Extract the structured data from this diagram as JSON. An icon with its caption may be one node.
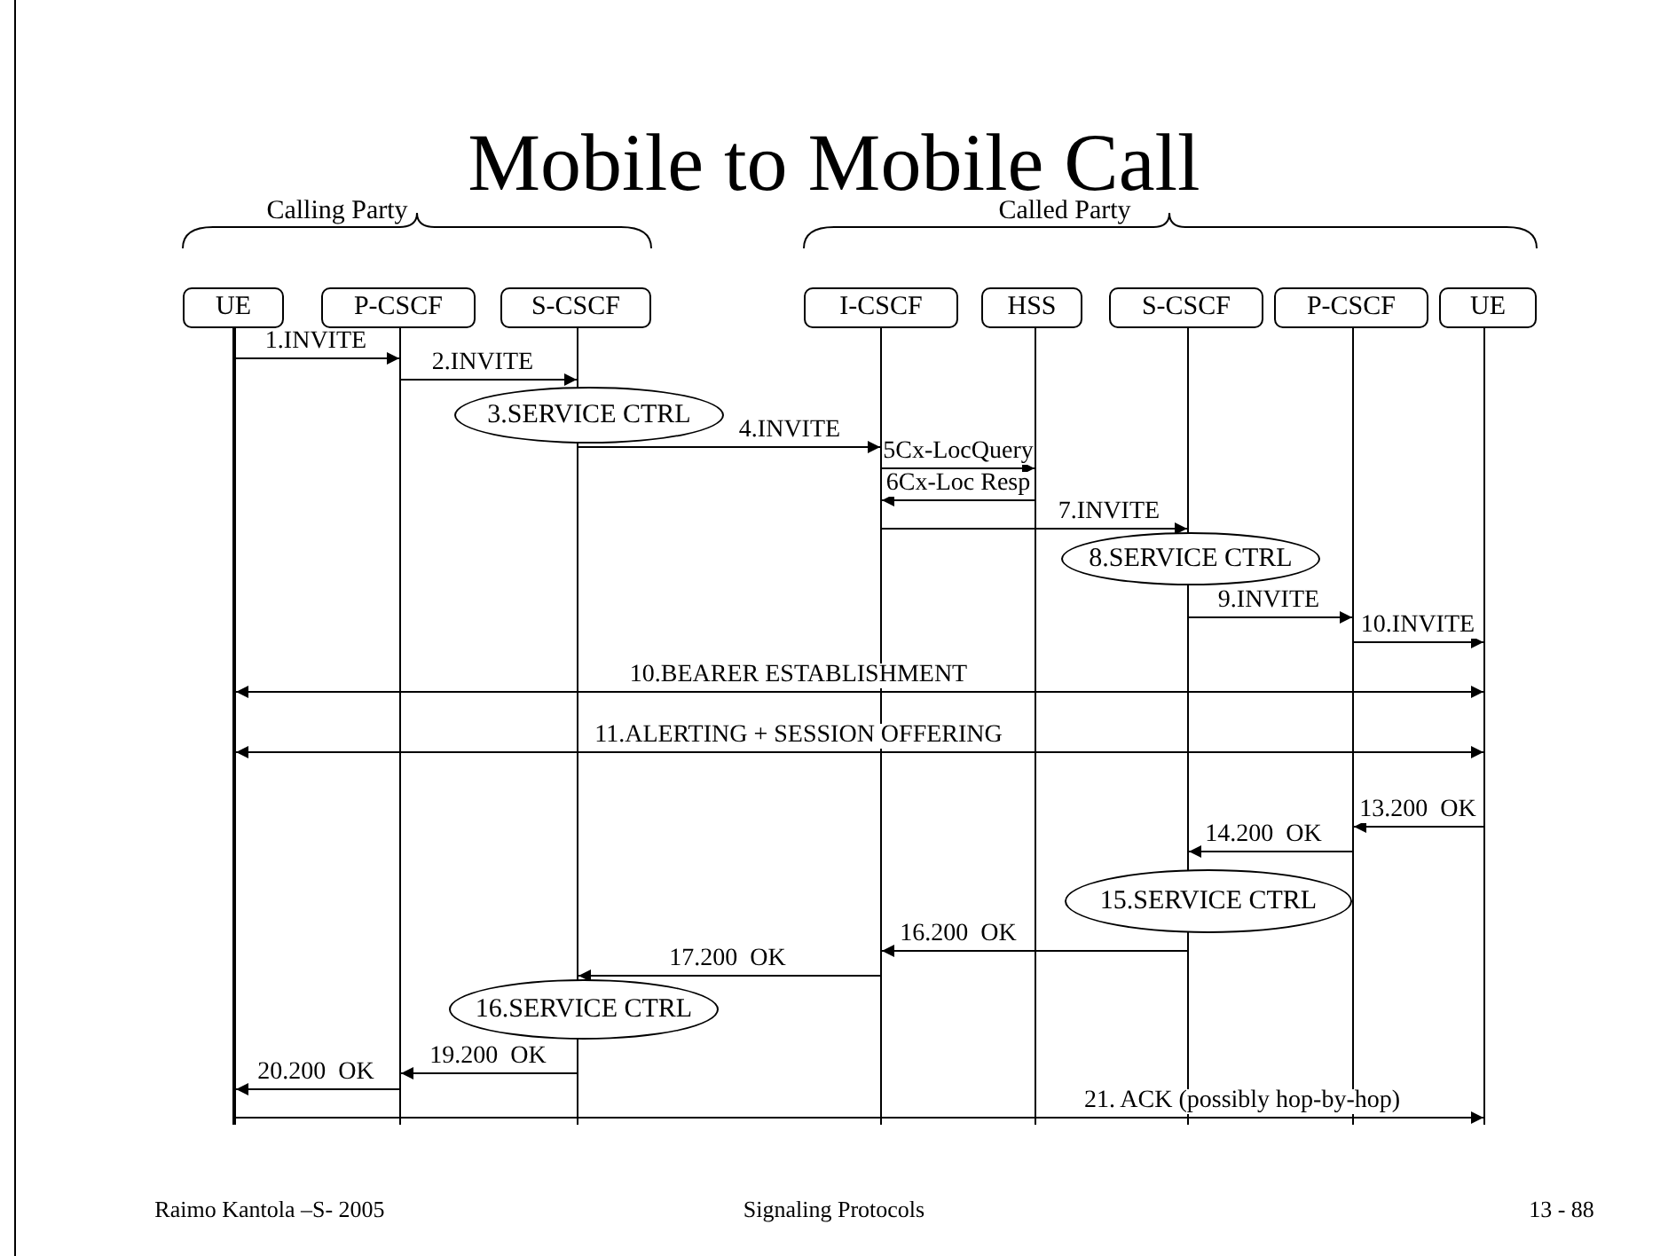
{
  "diagram": {
    "title": "Mobile to Mobile Call",
    "nodes": [
      {
        "text": [
          "UE"
        ]
      },
      {
        "text": [
          "P-CSCF"
        ]
      },
      {
        "text": [
          "S-CSCF"
        ]
      },
      {
        "text": [
          "I-CSCF"
        ]
      },
      {
        "text": [
          "HSS"
        ]
      },
      {
        "text": [
          "S-CSCF"
        ]
      },
      {
        "text": [
          "P-CSCF"
        ]
      },
      {
        "text": [
          "UE"
        ]
      },
      {
        "text": [
          "3.SERVICE CTRL"
        ]
      },
      {
        "text": [
          "8.SERVICE CTRL"
        ]
      },
      {
        "text": [
          "15.SERVICE CTRL"
        ]
      },
      {
        "text": [
          "16.SERVICE CTRL"
        ]
      },
      {
        "text": [],
        "shape": "bar"
      },
      {
        "text": [],
        "shape": "bar"
      },
      {
        "text": [],
        "shape": "bar"
      },
      {
        "text": [],
        "shape": "bar"
      },
      {
        "text": [],
        "shape": "bar"
      },
      {
        "text": [],
        "shape": "bar"
      },
      {
        "text": [],
        "shape": "bar"
      },
      {
        "text": [],
        "shape": "bar"
      }
    ],
    "edges": [
      {
        "from": 12,
        "to": 13,
        "arrow": "to",
        "label": "1.INVITE"
      },
      {
        "from": 13,
        "to": 14,
        "arrow": "to",
        "label": "2.INVITE"
      },
      {
        "from": 14,
        "to": 15,
        "arrow": "to",
        "label": "4.INVITE"
      },
      {
        "from": 15,
        "to": 16,
        "arrow": "to",
        "label": "5Cx-LocQuery"
      },
      {
        "from": 16,
        "to": 15,
        "arrow": "to",
        "label": "6Cx-Loc Resp"
      },
      {
        "from": 15,
        "to": 17,
        "arrow": "to",
        "label": "7.INVITE"
      },
      {
        "from": 17,
        "to": 18,
        "arrow": "to",
        "label": "9.INVITE"
      },
      {
        "from": 18,
        "to": 19,
        "arrow": "to",
        "label": "10.INVITE"
      },
      {
        "from": 12,
        "to": 19,
        "arrow": "both",
        "label": "10.BEARER ESTABLISHMENT"
      },
      {
        "from": 12,
        "to": 19,
        "arrow": "both",
        "label": "11.ALERTING + SESSION OFFERING"
      },
      {
        "from": 19,
        "to": 18,
        "arrow": "to",
        "label": "13.200  OK"
      },
      {
        "from": 18,
        "to": 17,
        "arrow": "to",
        "label": "14.200  OK"
      },
      {
        "from": 17,
        "to": 15,
        "arrow": "to",
        "label": "16.200  OK"
      },
      {
        "from": 15,
        "to": 14,
        "arrow": "to",
        "label": "17.200  OK"
      },
      {
        "from": 14,
        "to": 13,
        "arrow": "to",
        "label": "19.200  OK"
      },
      {
        "from": 13,
        "to": 12,
        "arrow": "to",
        "label": "20.200  OK"
      },
      {
        "from": 12,
        "to": 19,
        "arrow": "to",
        "label": "21. ACK (possibly hop-by-hop)"
      }
    ],
    "labels": [
      "Calling Party",
      "Called Party",
      "Raimo Kantola –S- 2005",
      "Signaling Protocols",
      "13 - 88"
    ]
  }
}
